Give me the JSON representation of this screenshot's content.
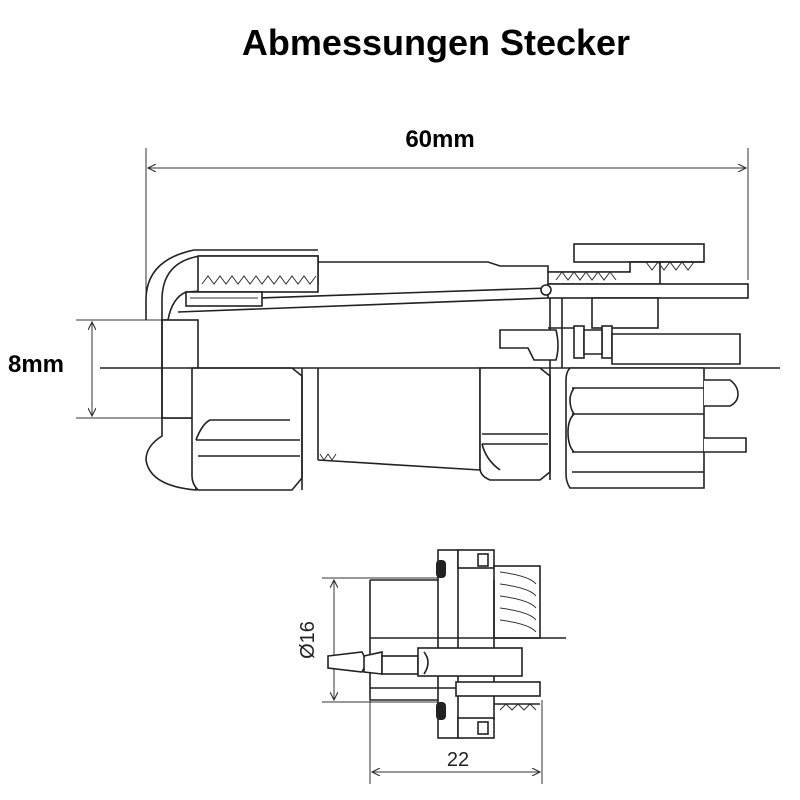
{
  "title": "Abmessungen Stecker",
  "dimensions": {
    "length": "60mm",
    "height": "8mm",
    "diameter": "Ø16",
    "depth": "22"
  }
}
